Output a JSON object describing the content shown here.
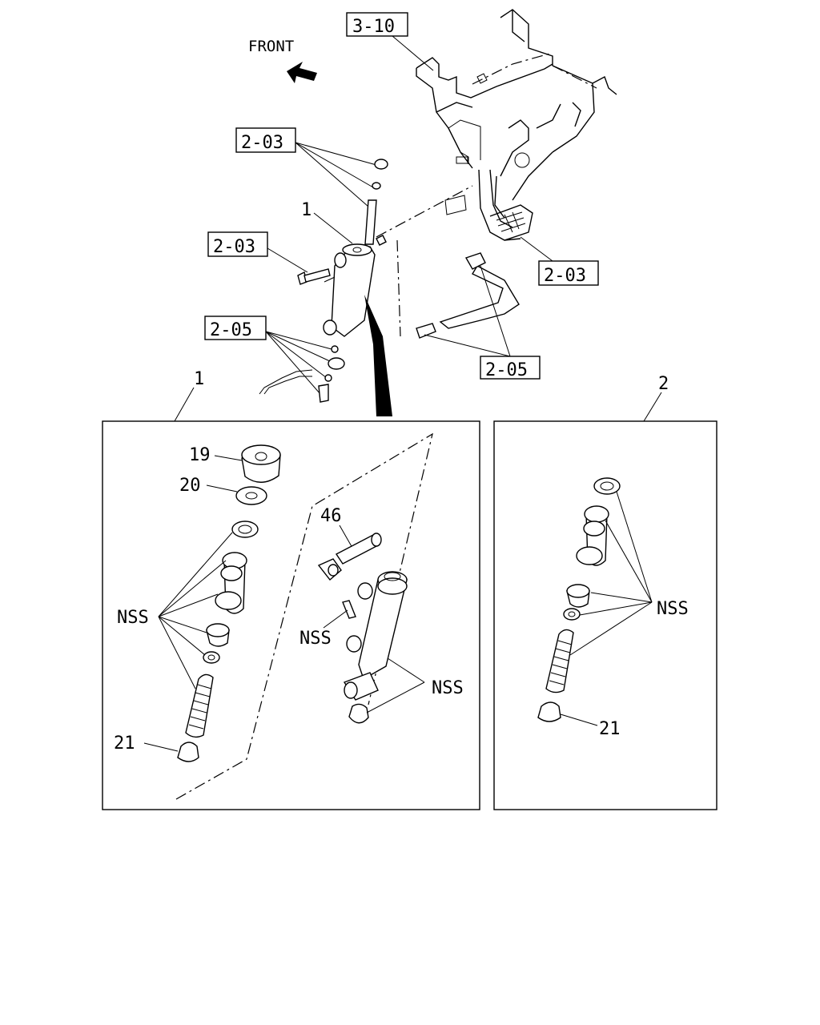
{
  "labels": {
    "front": "FRONT",
    "ref_3_10": "3-10",
    "ref_2_03": "2-03",
    "ref_2_05": "2-05",
    "item_1": "1",
    "item_2": "2",
    "item_19": "19",
    "item_20": "20",
    "item_21": "21",
    "item_46": "46",
    "nss": "NSS"
  }
}
